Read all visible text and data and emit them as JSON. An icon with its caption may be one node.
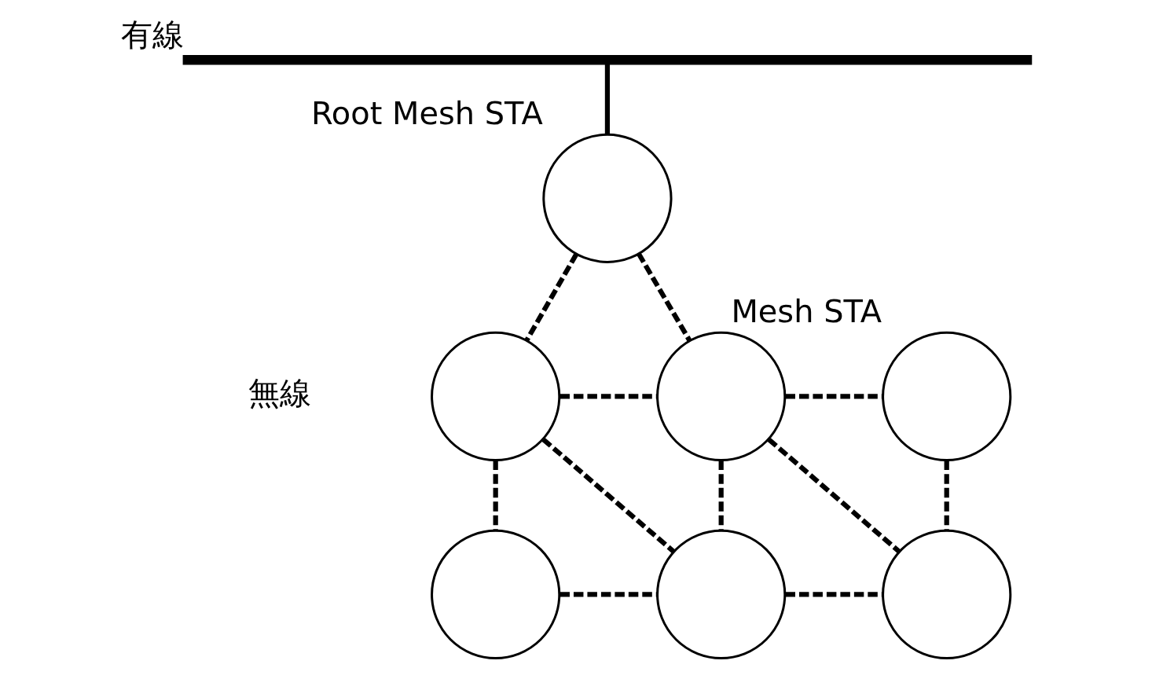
{
  "diagram": {
    "nodes": [
      {
        "text": [],
        "shape": "bar",
        "beside": [
          "有線"
        ]
      },
      {
        "text": [],
        "shape": "circle",
        "beside": [
          "Root Mesh STA"
        ]
      },
      {
        "text": [],
        "shape": "circle"
      },
      {
        "text": [],
        "shape": "circle"
      },
      {
        "text": [],
        "shape": "circle",
        "beside": [
          "Mesh STA"
        ]
      },
      {
        "text": [],
        "shape": "circle"
      },
      {
        "text": [],
        "shape": "circle"
      },
      {
        "text": [],
        "shape": "circle"
      }
    ],
    "edges": [
      {
        "from": 0,
        "to": 1,
        "arrow": "none"
      },
      {
        "from": 1,
        "to": 2,
        "arrow": "none",
        "style": "dashed"
      },
      {
        "from": 1,
        "to": 3,
        "arrow": "none",
        "style": "dashed"
      },
      {
        "from": 2,
        "to": 3,
        "arrow": "none",
        "style": "dashed"
      },
      {
        "from": 3,
        "to": 4,
        "arrow": "none",
        "style": "dashed"
      },
      {
        "from": 2,
        "to": 5,
        "arrow": "none",
        "style": "dashed"
      },
      {
        "from": 2,
        "to": 6,
        "arrow": "none",
        "style": "dashed"
      },
      {
        "from": 3,
        "to": 6,
        "arrow": "none",
        "style": "dashed"
      },
      {
        "from": 3,
        "to": 7,
        "arrow": "none",
        "style": "dashed"
      },
      {
        "from": 4,
        "to": 7,
        "arrow": "none",
        "style": "dashed"
      },
      {
        "from": 5,
        "to": 6,
        "arrow": "none",
        "style": "dashed"
      },
      {
        "from": 6,
        "to": 7,
        "arrow": "none",
        "style": "dashed"
      }
    ],
    "labels": [
      "無線"
    ]
  }
}
